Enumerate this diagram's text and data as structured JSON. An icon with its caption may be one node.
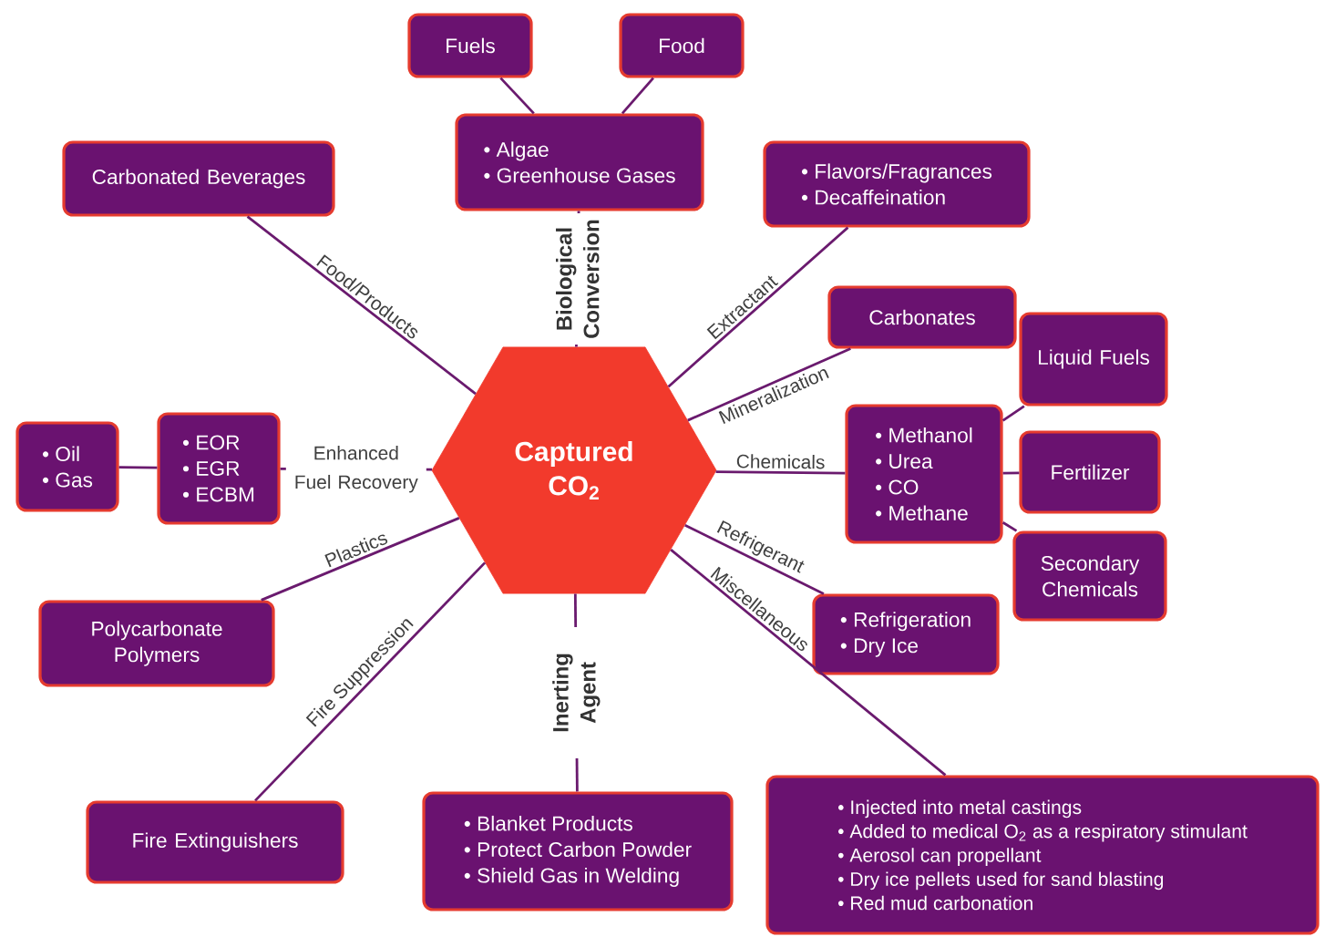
{
  "diagram": {
    "nodes": [
      {
        "text": [
          "Captured CO$_{2}$"
        ]
      },
      {
        "text": [
          "Fuels"
        ]
      },
      {
        "text": [
          "Food"
        ]
      },
      {
        "text": [
          "• Algae",
          "• Greenhouse Gases"
        ]
      },
      {
        "text": [
          "Carbonated Beverages"
        ]
      },
      {
        "text": [
          "• Flavors/Fragrances",
          "• Decaffeination"
        ]
      },
      {
        "text": [
          "Carbonates"
        ]
      },
      {
        "text": [
          "Liquid Fuels"
        ]
      },
      {
        "text": [
          "• Methanol",
          "• Urea",
          "• CO",
          "• Methane"
        ]
      },
      {
        "text": [
          "Fertilizer"
        ]
      },
      {
        "text": [
          "Secondary Chemicals"
        ]
      },
      {
        "text": [
          "• Refrigeration",
          "• Dry Ice"
        ]
      },
      {
        "text": [
          "• Injected into metal castings",
          "• Added to medical O$_{2}$ as a respiratory stimulant",
          "• Aerosol can propellant",
          "• Dry ice pellets used for sand blasting",
          "• Red mud carbonation"
        ]
      },
      {
        "text": [
          "• Blanket Products",
          "• Protect Carbon Powder",
          "• Shield Gas in Welding"
        ]
      },
      {
        "text": [
          "Fire Extinguishers"
        ]
      },
      {
        "text": [
          "Polycarbonate Polymers"
        ]
      },
      {
        "text": [
          "• EOR",
          "• EGR",
          "• ECBM"
        ]
      },
      {
        "text": [
          "• Oil",
          "• Gas"
        ]
      }
    ],
    "edges": [
      {
        "from": 0,
        "to": 3,
        "arrow": "none",
        "label": "Biological Conversion"
      },
      {
        "from": 3,
        "to": 1,
        "arrow": "none"
      },
      {
        "from": 3,
        "to": 2,
        "arrow": "none"
      },
      {
        "from": 0,
        "to": 4,
        "arrow": "none",
        "label": "Food/Products"
      },
      {
        "from": 0,
        "to": 5,
        "arrow": "none",
        "label": "Extractant"
      },
      {
        "from": 0,
        "to": 6,
        "arrow": "none",
        "label": "Mineralization"
      },
      {
        "from": 0,
        "to": 8,
        "arrow": "none",
        "label": "Chemicals"
      },
      {
        "from": 8,
        "to": 7,
        "arrow": "none"
      },
      {
        "from": 8,
        "to": 9,
        "arrow": "none"
      },
      {
        "from": 8,
        "to": 10,
        "arrow": "none"
      },
      {
        "from": 0,
        "to": 11,
        "arrow": "none",
        "label": "Refrigerant"
      },
      {
        "from": 0,
        "to": 12,
        "arrow": "none",
        "label": "Miscellaneous"
      },
      {
        "from": 0,
        "to": 13,
        "arrow": "none",
        "label": "Inerting Agent"
      },
      {
        "from": 0,
        "to": 14,
        "arrow": "none",
        "label": "Fire Suppression"
      },
      {
        "from": 0,
        "to": 15,
        "arrow": "none",
        "label": "Plastics"
      },
      {
        "from": 0,
        "to": 16,
        "arrow": "none",
        "label": "Enhanced Fuel Recovery"
      },
      {
        "from": 16,
        "to": 17,
        "arrow": "none"
      }
    ]
  }
}
